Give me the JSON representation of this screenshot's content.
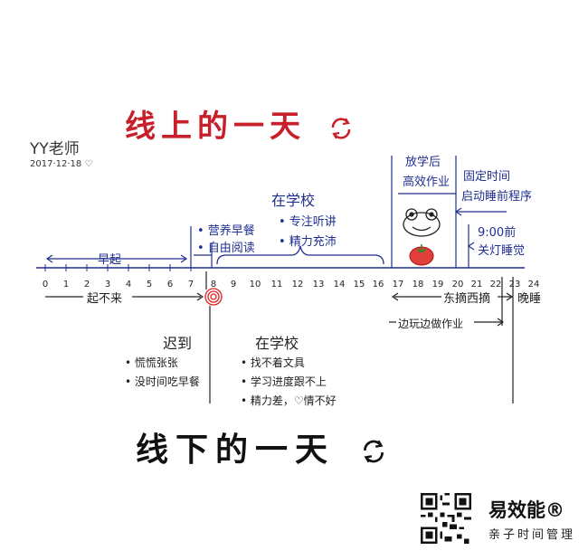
{
  "title_top": "线上的一天",
  "title_bottom": "线下的一天",
  "author": "YY老师",
  "date": "2017·12·18",
  "timeline": {
    "hours": [
      "0",
      "1",
      "2",
      "3",
      "4",
      "5",
      "6",
      "7",
      "8",
      "9",
      "10",
      "11",
      "12",
      "13",
      "14",
      "15",
      "16",
      "17",
      "18",
      "19",
      "20",
      "21",
      "22",
      "23",
      "24"
    ]
  },
  "online": {
    "early_rise": "早起",
    "morning_items": [
      "• 营养早餐",
      "• 自由阅读"
    ],
    "school_title": "在学校",
    "school_items": [
      "• 专注听讲",
      "• 精力充沛"
    ],
    "after_school": [
      "放学后",
      "高效作业"
    ],
    "fixed_time": [
      "固定时间",
      "启动睡前程序"
    ],
    "lights_out": [
      "9:00前",
      "关灯睡觉"
    ]
  },
  "offline": {
    "cant_get_up": "起不来",
    "late_title": "迟到",
    "late_items": [
      "• 慌慌张张",
      "• 没时间吃早餐"
    ],
    "school_title": "在学校",
    "school_items": [
      "• 找不着文具",
      "• 学习进度跟不上",
      "• 精力差，♡情不好"
    ],
    "dawdle": "东摘西摘",
    "play_homework": "边玩边做作业",
    "late_sleep": "晚睡"
  },
  "brand": {
    "name": "易效能®",
    "subtitle": "亲子时间管理"
  },
  "colors": {
    "title_red": "#c8202a",
    "ink_blue": "#1f2f8f",
    "ink_black": "#222222",
    "marker_red": "#d22"
  }
}
